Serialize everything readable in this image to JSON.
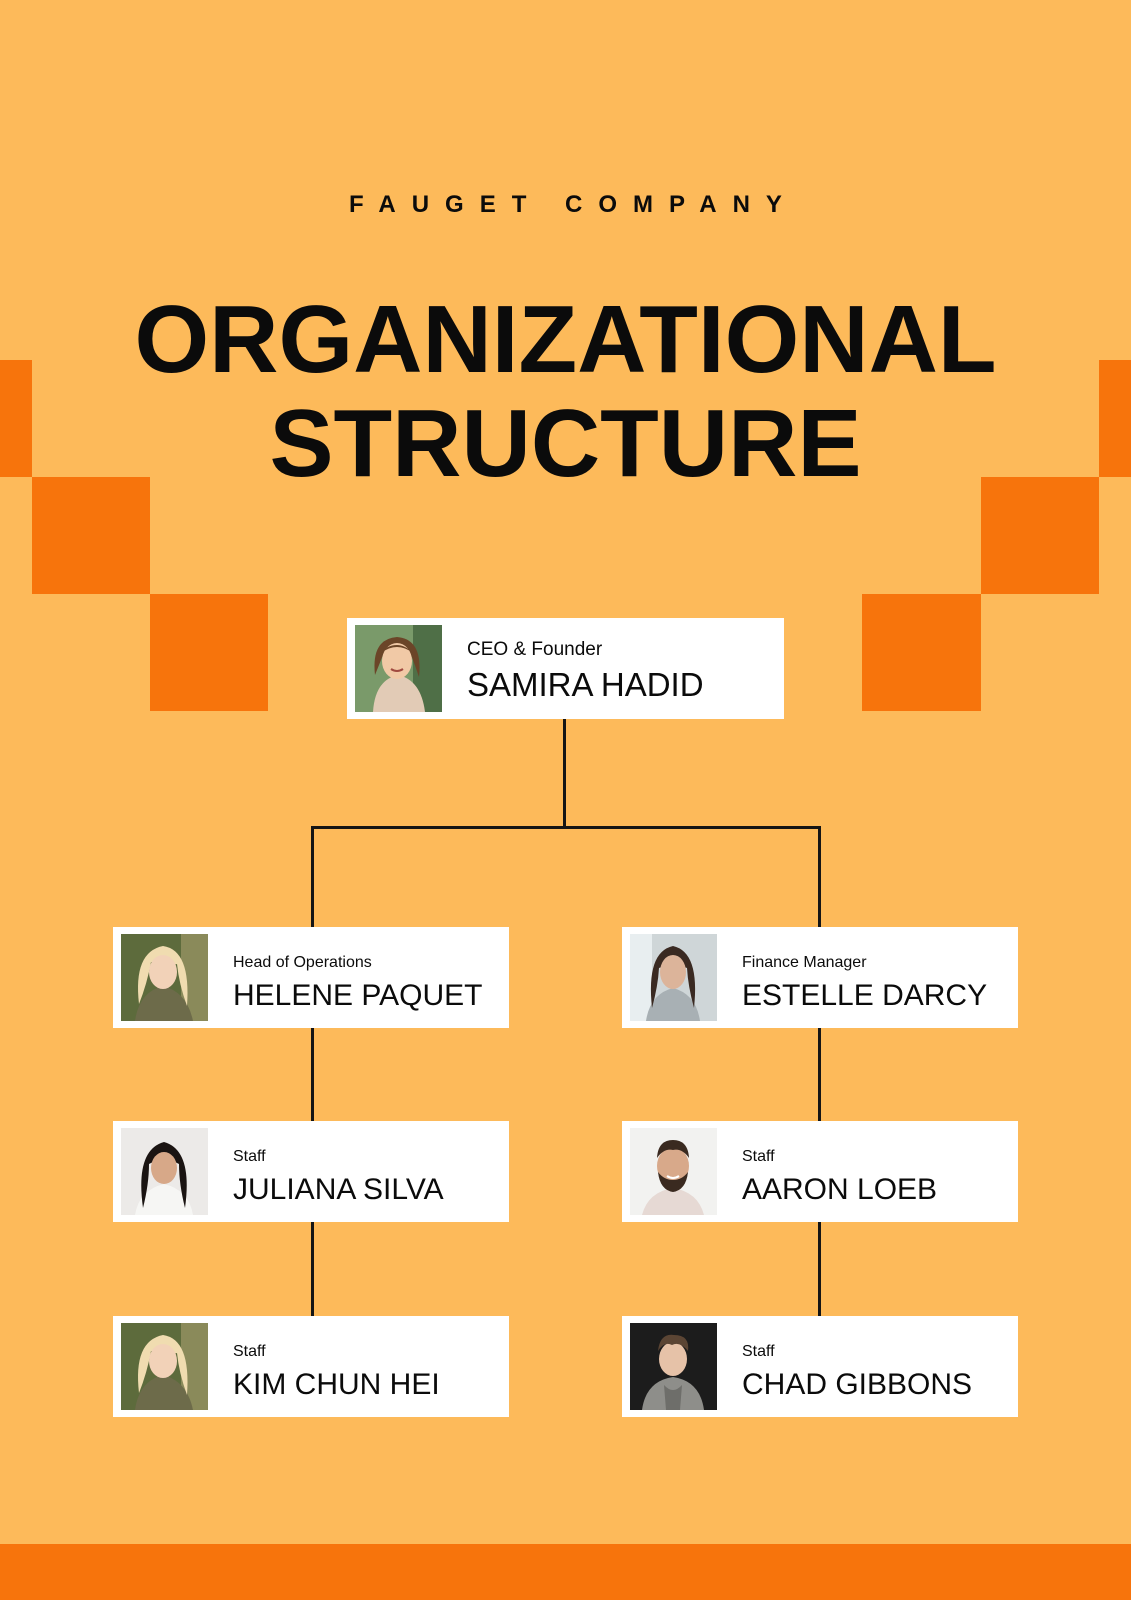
{
  "header": {
    "company": "FAUGET COMPANY",
    "title_line1": "ORGANIZATIONAL",
    "title_line2": "STRUCTURE"
  },
  "org": {
    "ceo": {
      "role": "CEO & Founder",
      "name": "SAMIRA HADID"
    },
    "left": [
      {
        "role": "Head of Operations",
        "name": "HELENE PAQUET"
      },
      {
        "role": "Staff",
        "name": "JULIANA SILVA"
      },
      {
        "role": "Staff",
        "name": "KIM CHUN HEI"
      }
    ],
    "right": [
      {
        "role": "Finance Manager",
        "name": "ESTELLE DARCY"
      },
      {
        "role": "Staff",
        "name": "AARON LOEB"
      },
      {
        "role": "Staff",
        "name": "CHAD GIBBONS"
      }
    ]
  },
  "colors": {
    "background": "#FDBA5A",
    "accent": "#F7740C",
    "card": "#FFFFFF",
    "connector": "#151515"
  }
}
